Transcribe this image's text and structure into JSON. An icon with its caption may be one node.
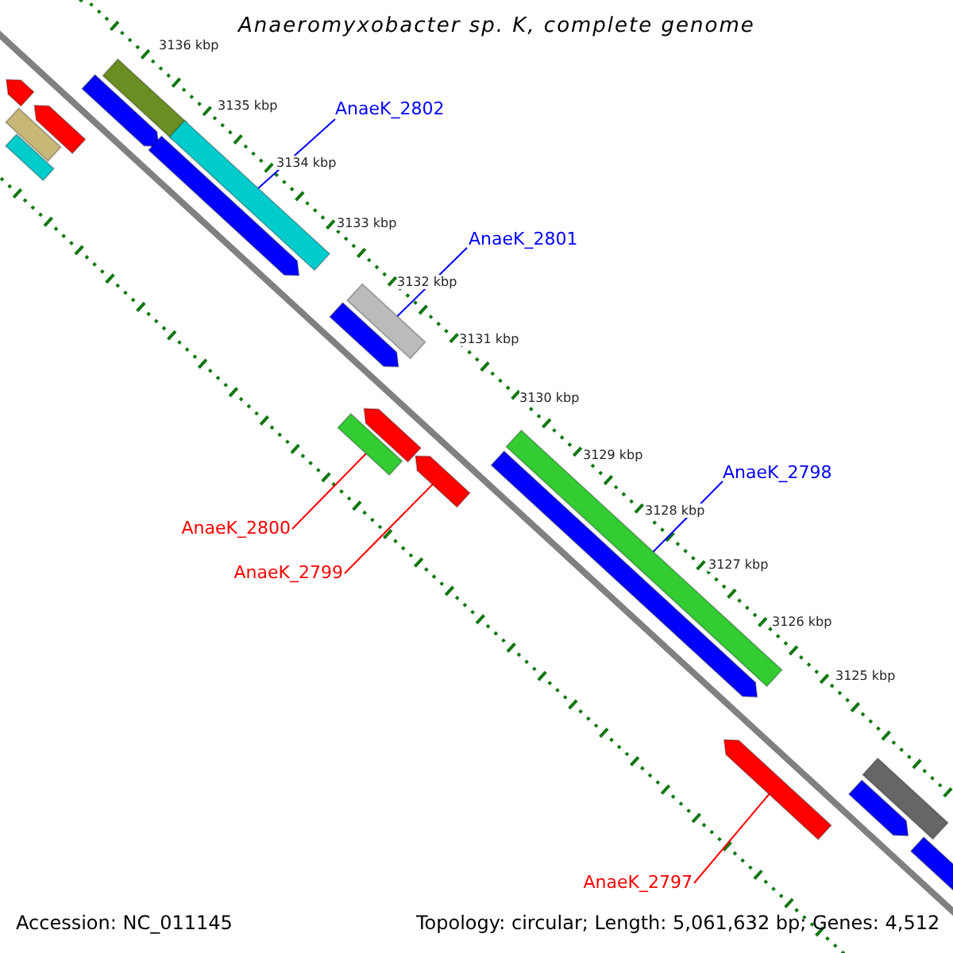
{
  "diagram": {
    "title": "Anaeromyxobacter sp. K, complete genome",
    "nodes": [
      {
        "text": [
          "AnaeK_2802"
        ]
      },
      {
        "text": [
          "AnaeK_2801"
        ]
      },
      {
        "text": [
          "AnaeK_2798"
        ]
      },
      {
        "text": [
          "AnaeK_2800"
        ]
      },
      {
        "text": [
          "AnaeK_2799"
        ]
      },
      {
        "text": [
          "AnaeK_2797"
        ]
      },
      {
        "text": [],
        "shape": "arrow"
      },
      {
        "text": [],
        "shape": "bar"
      },
      {
        "text": [],
        "shape": "bar"
      },
      {
        "text": [],
        "shape": "arrow"
      },
      {
        "text": [],
        "shape": "arrow"
      },
      {
        "text": [],
        "shape": "bar"
      },
      {
        "text": [],
        "shape": "arrow"
      },
      {
        "text": [],
        "shape": "bar"
      },
      {
        "text": [],
        "shape": "arrow"
      },
      {
        "text": [],
        "shape": "bar"
      },
      {
        "text": [],
        "shape": "bar"
      },
      {
        "text": [],
        "shape": "arrow"
      },
      {
        "text": [],
        "shape": "arrow"
      },
      {
        "text": [],
        "shape": "bar"
      },
      {
        "text": [],
        "shape": "arrow"
      },
      {
        "text": [],
        "shape": "arrow"
      },
      {
        "text": [],
        "shape": "bar"
      },
      {
        "text": [],
        "shape": "arrow"
      },
      {
        "text": [],
        "shape": "arrow"
      }
    ],
    "edges": [
      {
        "from": 0,
        "to": 13,
        "arrow": "none"
      },
      {
        "from": 1,
        "to": 15,
        "arrow": "none"
      },
      {
        "from": 2,
        "to": 19,
        "arrow": "none"
      },
      {
        "from": 3,
        "to": 16,
        "arrow": "none",
        "color": "#ff0000"
      },
      {
        "from": 4,
        "to": 18,
        "arrow": "none",
        "color": "#ff0000"
      },
      {
        "from": 5,
        "to": 21,
        "arrow": "none",
        "color": "#ff0000"
      }
    ],
    "labels": [
      "3136 kbp",
      "3135 kbp",
      "3134 kbp",
      "3133 kbp",
      "3132 kbp",
      "3131 kbp",
      "3130 kbp",
      "3129 kbp",
      "3128 kbp",
      "3127 kbp",
      "3126 kbp",
      "3125 kbp",
      "Accession: NC_011145",
      "Topology: circular; Length: 5,061,632 bp; Genes: 4,512"
    ]
  }
}
